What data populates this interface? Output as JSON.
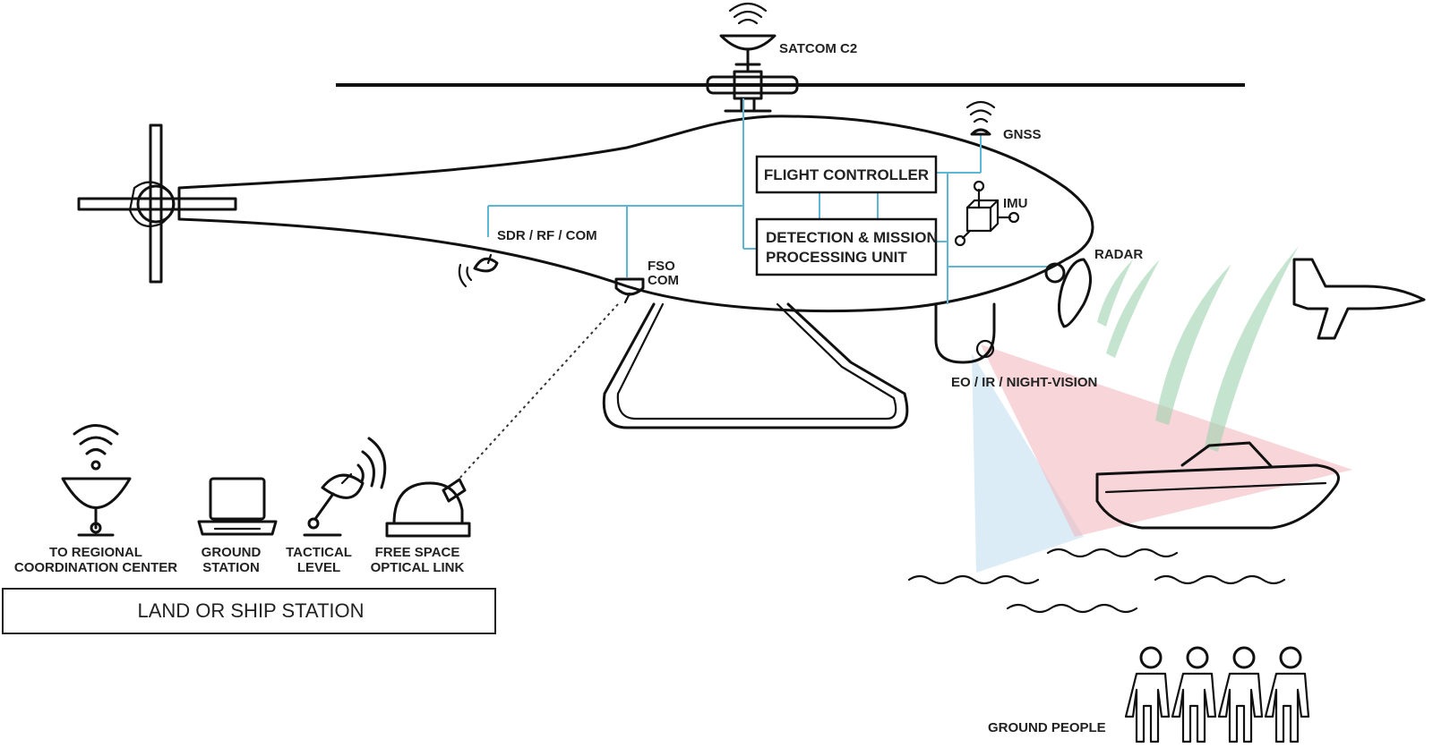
{
  "helicopter": {
    "satcom_label": "SATCOM C2",
    "gnss_label": "GNSS",
    "imu_label": "IMU",
    "radar_label": "RADAR",
    "sdr_label": "SDR / RF / COM",
    "fso_label_line1": "FSO",
    "fso_label_line2": "COM",
    "eo_label": "EO / IR / NIGHT-VISION",
    "flight_controller_label": "FLIGHT CONTROLLER",
    "detection_label_line1": "DETECTION & MISSION",
    "detection_label_line2": "PROCESSING UNIT"
  },
  "station": {
    "title": "LAND OR SHIP STATION",
    "items": [
      {
        "line1": "TO REGIONAL",
        "line2": "COORDINATION CENTER",
        "icon": "satellite-dish-icon"
      },
      {
        "line1": "GROUND",
        "line2": "STATION",
        "icon": "laptop-icon"
      },
      {
        "line1": "TACTICAL",
        "line2": "LEVEL",
        "icon": "tactical-antenna-icon"
      },
      {
        "line1": "FREE SPACE",
        "line2": "OPTICAL LINK",
        "icon": "optical-telescope-icon"
      }
    ]
  },
  "targets": {
    "ground_people_label": "GROUND PEOPLE"
  },
  "colors": {
    "wire": "#5cb6d6",
    "radar_wave": "#9fd3b0",
    "beam_red": "#f2b9c0",
    "beam_blue": "#cfe6f3"
  }
}
